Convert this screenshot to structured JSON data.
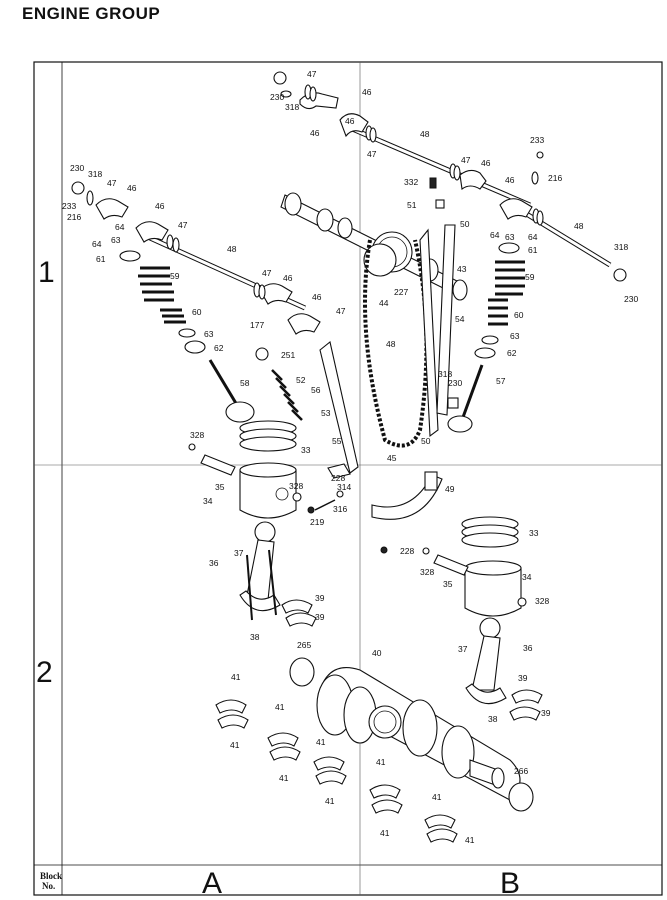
{
  "title": "ENGINE GROUP",
  "grid": {
    "rows": [
      "1",
      "2"
    ],
    "columns": [
      "A",
      "B"
    ],
    "block_label": [
      "Block",
      "No."
    ]
  },
  "parts": [
    {
      "id": "p1",
      "n": "230"
    },
    {
      "id": "p2",
      "n": "318"
    },
    {
      "id": "p3",
      "n": "47"
    },
    {
      "id": "p4",
      "n": "46"
    },
    {
      "id": "p5",
      "n": "46"
    },
    {
      "id": "p6",
      "n": "46"
    },
    {
      "id": "p7",
      "n": "47"
    },
    {
      "id": "p8",
      "n": "48"
    },
    {
      "id": "p9",
      "n": "233"
    },
    {
      "id": "p10",
      "n": "216"
    },
    {
      "id": "p11",
      "n": "47"
    },
    {
      "id": "p12",
      "n": "46"
    },
    {
      "id": "p13",
      "n": "46"
    },
    {
      "id": "p14",
      "n": "332"
    },
    {
      "id": "p15",
      "n": "51"
    },
    {
      "id": "p16",
      "n": "50"
    },
    {
      "id": "p17",
      "n": "230"
    },
    {
      "id": "p18",
      "n": "318"
    },
    {
      "id": "p19",
      "n": "47"
    },
    {
      "id": "p20",
      "n": "46"
    },
    {
      "id": "p21",
      "n": "233"
    },
    {
      "id": "p22",
      "n": "216"
    },
    {
      "id": "p23",
      "n": "46"
    },
    {
      "id": "p24",
      "n": "47"
    },
    {
      "id": "p25",
      "n": "64"
    },
    {
      "id": "p26",
      "n": "63"
    },
    {
      "id": "p27",
      "n": "64"
    },
    {
      "id": "p28",
      "n": "61"
    },
    {
      "id": "p29",
      "n": "48"
    },
    {
      "id": "p30",
      "n": "59"
    },
    {
      "id": "p31",
      "n": "47"
    },
    {
      "id": "p32",
      "n": "46"
    },
    {
      "id": "p33",
      "n": "60"
    },
    {
      "id": "p34",
      "n": "63"
    },
    {
      "id": "p35",
      "n": "62"
    },
    {
      "id": "p36",
      "n": "58"
    },
    {
      "id": "p37",
      "n": "177"
    },
    {
      "id": "p38",
      "n": "251"
    },
    {
      "id": "p39",
      "n": "46"
    },
    {
      "id": "p40",
      "n": "47"
    },
    {
      "id": "p41",
      "n": "48"
    },
    {
      "id": "p42",
      "n": "52"
    },
    {
      "id": "p43",
      "n": "56"
    },
    {
      "id": "p44",
      "n": "53"
    },
    {
      "id": "p45",
      "n": "328"
    },
    {
      "id": "p46",
      "n": "33"
    },
    {
      "id": "p47",
      "n": "55"
    },
    {
      "id": "p48",
      "n": "45"
    },
    {
      "id": "p49",
      "n": "44"
    },
    {
      "id": "p50",
      "n": "227"
    },
    {
      "id": "p51",
      "n": "43"
    },
    {
      "id": "p52",
      "n": "54"
    },
    {
      "id": "p53",
      "n": "64"
    },
    {
      "id": "p54",
      "n": "63"
    },
    {
      "id": "p55",
      "n": "64"
    },
    {
      "id": "p56",
      "n": "61"
    },
    {
      "id": "p57",
      "n": "48"
    },
    {
      "id": "p58",
      "n": "59"
    },
    {
      "id": "p59",
      "n": "60"
    },
    {
      "id": "p60",
      "n": "63"
    },
    {
      "id": "p61",
      "n": "62"
    },
    {
      "id": "p62",
      "n": "318"
    },
    {
      "id": "p63",
      "n": "230"
    },
    {
      "id": "p64",
      "n": "57"
    },
    {
      "id": "p65",
      "n": "318"
    },
    {
      "id": "p66",
      "n": "230"
    },
    {
      "id": "p67",
      "n": "50"
    },
    {
      "id": "p68",
      "n": "35"
    },
    {
      "id": "p69",
      "n": "34"
    },
    {
      "id": "p70",
      "n": "328"
    },
    {
      "id": "p71",
      "n": "228"
    },
    {
      "id": "p72",
      "n": "314"
    },
    {
      "id": "p73",
      "n": "316"
    },
    {
      "id": "p74",
      "n": "219"
    },
    {
      "id": "p75",
      "n": "49"
    },
    {
      "id": "p76",
      "n": "36"
    },
    {
      "id": "p77",
      "n": "37"
    },
    {
      "id": "p78",
      "n": "39"
    },
    {
      "id": "p79",
      "n": "39"
    },
    {
      "id": "p80",
      "n": "38"
    },
    {
      "id": "p81",
      "n": "228"
    },
    {
      "id": "p82",
      "n": "33"
    },
    {
      "id": "p83",
      "n": "328"
    },
    {
      "id": "p84",
      "n": "35"
    },
    {
      "id": "p85",
      "n": "34"
    },
    {
      "id": "p86",
      "n": "328"
    },
    {
      "id": "p87",
      "n": "36"
    },
    {
      "id": "p88",
      "n": "37"
    },
    {
      "id": "p89",
      "n": "39"
    },
    {
      "id": "p90",
      "n": "38"
    },
    {
      "id": "p91",
      "n": "39"
    },
    {
      "id": "p92",
      "n": "265"
    },
    {
      "id": "p93",
      "n": "40"
    },
    {
      "id": "p94",
      "n": "41"
    },
    {
      "id": "p95",
      "n": "41"
    },
    {
      "id": "p96",
      "n": "41"
    },
    {
      "id": "p97",
      "n": "41"
    },
    {
      "id": "p98",
      "n": "41"
    },
    {
      "id": "p99",
      "n": "41"
    },
    {
      "id": "p100",
      "n": "41"
    },
    {
      "id": "p101",
      "n": "41"
    },
    {
      "id": "p102",
      "n": "41"
    },
    {
      "id": "p103",
      "n": "41"
    },
    {
      "id": "p104",
      "n": "266"
    }
  ]
}
